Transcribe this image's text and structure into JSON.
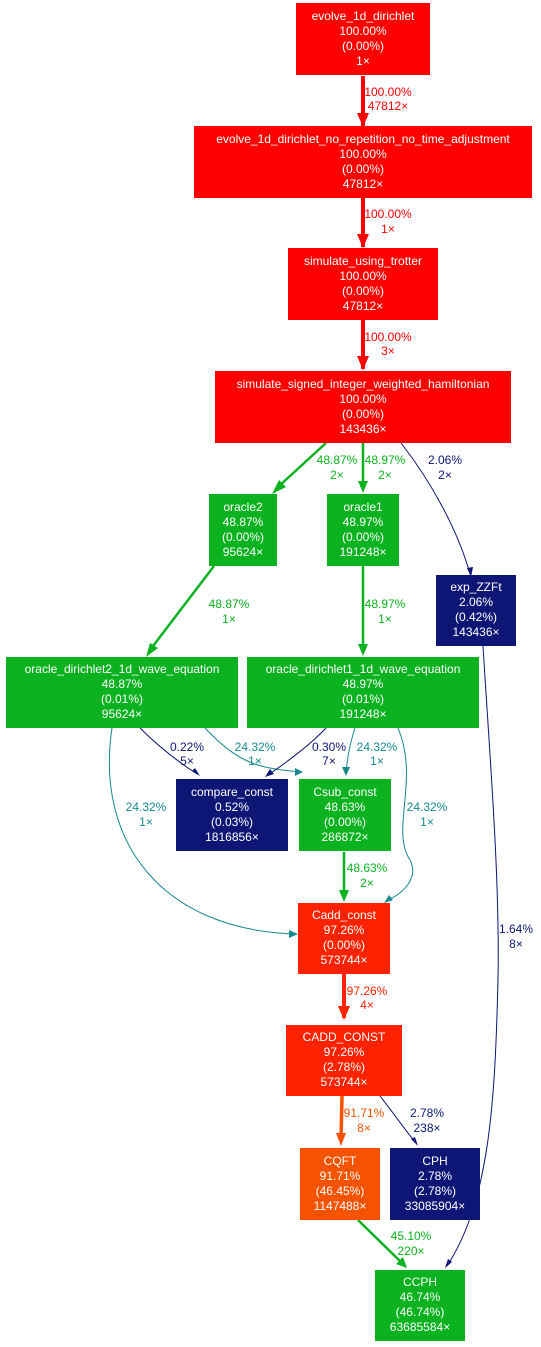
{
  "nodes": {
    "n1": {
      "color": "#ff0000",
      "text": "#ffffff",
      "lines": [
        "evolve_1d_dirichlet",
        "100.00%",
        "(0.00%)",
        "1×"
      ]
    },
    "n2": {
      "color": "#ff0000",
      "text": "#ffffff",
      "lines": [
        "evolve_1d_dirichlet_no_repetition_no_time_adjustment",
        "100.00%",
        "(0.00%)",
        "47812×"
      ]
    },
    "n3": {
      "color": "#ff0000",
      "text": "#ffffff",
      "lines": [
        "simulate_using_trotter",
        "100.00%",
        "(0.00%)",
        "47812×"
      ]
    },
    "n4": {
      "color": "#ff0000",
      "text": "#ffffff",
      "lines": [
        "simulate_signed_integer_weighted_hamiltonian",
        "100.00%",
        "(0.00%)",
        "143436×"
      ]
    },
    "n5": {
      "color": "#0bb21f",
      "text": "#ffffff",
      "lines": [
        "oracle2",
        "48.87%",
        "(0.00%)",
        "95624×"
      ]
    },
    "n6": {
      "color": "#0bb21f",
      "text": "#ffffff",
      "lines": [
        "oracle1",
        "48.97%",
        "(0.00%)",
        "191248×"
      ]
    },
    "n7": {
      "color": "#0d1675",
      "text": "#ffffff",
      "lines": [
        "exp_ZZFt",
        "2.06%",
        "(0.42%)",
        "143436×"
      ]
    },
    "n8": {
      "color": "#0bb21f",
      "text": "#ffffff",
      "lines": [
        "oracle_dirichlet2_1d_wave_equation",
        "48.87%",
        "(0.01%)",
        "95624×"
      ]
    },
    "n9": {
      "color": "#0bb21f",
      "text": "#ffffff",
      "lines": [
        "oracle_dirichlet1_1d_wave_equation",
        "48.97%",
        "(0.01%)",
        "191248×"
      ]
    },
    "n10": {
      "color": "#0d1675",
      "text": "#ffffff",
      "lines": [
        "compare_const",
        "0.52%",
        "(0.03%)",
        "1816856×"
      ]
    },
    "n11": {
      "color": "#0bb21f",
      "text": "#ffffff",
      "lines": [
        "Csub_const",
        "48.63%",
        "(0.00%)",
        "286872×"
      ]
    },
    "n12": {
      "color": "#ff2200",
      "text": "#ffffff",
      "lines": [
        "Cadd_const",
        "97.26%",
        "(0.00%)",
        "573744×"
      ]
    },
    "n13": {
      "color": "#ff2200",
      "text": "#ffffff",
      "lines": [
        "CADD_CONST",
        "97.26%",
        "(2.78%)",
        "573744×"
      ]
    },
    "n14": {
      "color": "#f55300",
      "text": "#ffffff",
      "lines": [
        "CQFT",
        "91.71%",
        "(46.45%)",
        "1147488×"
      ]
    },
    "n15": {
      "color": "#0d1675",
      "text": "#ffffff",
      "lines": [
        "CPH",
        "2.78%",
        "(2.78%)",
        "33085904×"
      ]
    },
    "n16": {
      "color": "#0bb21f",
      "text": "#ffffff",
      "lines": [
        "CCPH",
        "46.74%",
        "(46.74%)",
        "63685584×"
      ]
    }
  },
  "edges": {
    "e1": {
      "color": "#ff0000",
      "label": [
        "100.00%",
        "47812×"
      ]
    },
    "e2": {
      "color": "#ff0000",
      "label": [
        "100.00%",
        "1×"
      ]
    },
    "e3": {
      "color": "#ff0000",
      "label": [
        "100.00%",
        "3×"
      ]
    },
    "e4": {
      "color": "#0bb21f",
      "label": [
        "48.87%",
        "2×"
      ]
    },
    "e5": {
      "color": "#0bb21f",
      "label": [
        "48.97%",
        "2×"
      ]
    },
    "e6": {
      "color": "#0d1675",
      "label": [
        "2.06%",
        "2×"
      ]
    },
    "e7": {
      "color": "#0bb21f",
      "label": [
        "48.87%",
        "1×"
      ]
    },
    "e8": {
      "color": "#0bb21f",
      "label": [
        "48.97%",
        "1×"
      ]
    },
    "e9": {
      "color": "#0d1675",
      "label": [
        "0.22%",
        "5×"
      ]
    },
    "e10": {
      "color": "#16898e",
      "label": [
        "24.32%",
        "1×"
      ]
    },
    "e11": {
      "color": "#16898e",
      "label": [
        "24.32%",
        "1×"
      ]
    },
    "e12": {
      "color": "#0d1675",
      "label": [
        "0.30%",
        "7×"
      ]
    },
    "e13": {
      "color": "#16898e",
      "label": [
        "24.32%",
        "1×"
      ]
    },
    "e14": {
      "color": "#16898e",
      "label": [
        "24.32%",
        "1×"
      ]
    },
    "e15": {
      "color": "#0bb21f",
      "label": [
        "48.63%",
        "2×"
      ]
    },
    "e16": {
      "color": "#ff2200",
      "label": [
        "97.26%",
        "4×"
      ]
    },
    "e17": {
      "color": "#f55300",
      "label": [
        "91.71%",
        "8×"
      ]
    },
    "e18": {
      "color": "#0d1675",
      "label": [
        "2.78%",
        "238×"
      ]
    },
    "e19": {
      "color": "#0bb21f",
      "label": [
        "45.10%",
        "220×"
      ]
    },
    "e20": {
      "color": "#0d1675",
      "label": [
        "1.64%",
        "8×"
      ]
    }
  }
}
